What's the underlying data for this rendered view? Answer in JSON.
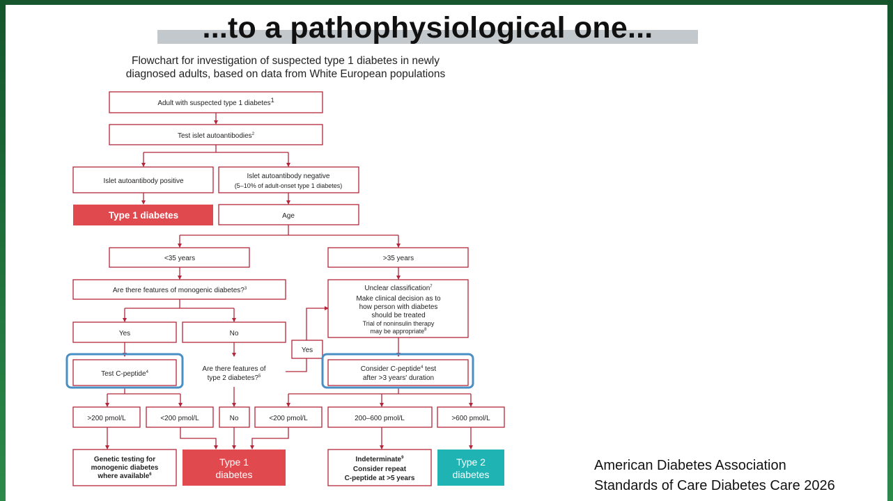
{
  "slide_title": "...to a pathophysiological one...",
  "flowchart": {
    "title_line1": "Flowchart for investigation of suspected type 1 diabetes in newly",
    "title_line2": "diagnosed adults, based on data from White European populations",
    "nodes": {
      "adult": "Adult with suspected type 1 diabetes",
      "adult_sup": "1",
      "test_islet": "Test islet autoantibodies",
      "test_islet_sup": "2",
      "ab_positive": "Islet autoantibody positive",
      "ab_negative_line1": "Islet autoantibody negative",
      "ab_negative_line2": "(5–10% of adult-onset type 1 diabetes)",
      "type1_top": "Type 1 diabetes",
      "age": "Age",
      "under35": "<35 years",
      "over35": ">35 years",
      "monogenic": "Are there features of monogenic diabetes?",
      "monogenic_sup": "3",
      "unclear_line1": "Unclear classification",
      "unclear_sup": "7",
      "unclear_line2": "Make clinical decision as to",
      "unclear_line3": "how person with diabetes",
      "unclear_line4": "should be treated",
      "unclear_line5": "Trial of noninsulin therapy",
      "unclear_line6": "may be appropriate",
      "unclear_line6_sup": "8",
      "yes": "Yes",
      "no": "No",
      "yes_mid": "Yes",
      "test_cpeptide": "Test C-peptide",
      "test_cpeptide_sup": "4",
      "type2_features_line1": "Are there features of",
      "type2_features_line2": "type 2 diabetes?",
      "type2_features_sup": "5",
      "consider_line1": "Consider C-peptide",
      "consider_sup": "4",
      "consider_line1b": " test",
      "consider_line2": "after >3 years' duration",
      "gt200": ">200 pmol/L",
      "lt200_left": "<200 pmol/L",
      "no_bottom": "No",
      "lt200_right": "<200 pmol/L",
      "range_200_600": "200–600 pmol/L",
      "gt600": ">600 pmol/L",
      "genetic_line1": "Genetic testing for",
      "genetic_line2": "monogenic diabetes",
      "genetic_line3": "where available",
      "genetic_sup": "6",
      "type1_bottom_line1": "Type 1",
      "type1_bottom_line2": "diabetes",
      "indeterminate_line1": "Indeterminate",
      "indeterminate_sup": "9",
      "indeterminate_line2": "Consider repeat",
      "indeterminate_line3": "C-peptide at >5 years",
      "type2_line1": "Type 2",
      "type2_line2": "diabetes"
    }
  },
  "citation": {
    "line1": "American Diabetes Association",
    "line2": "Standards of Care Diabetes Care 2026"
  },
  "colors": {
    "red_box": "#e04a4f",
    "teal_box": "#1fb3b3",
    "border": "#b3263a",
    "highlight": "#4a8fc4"
  }
}
